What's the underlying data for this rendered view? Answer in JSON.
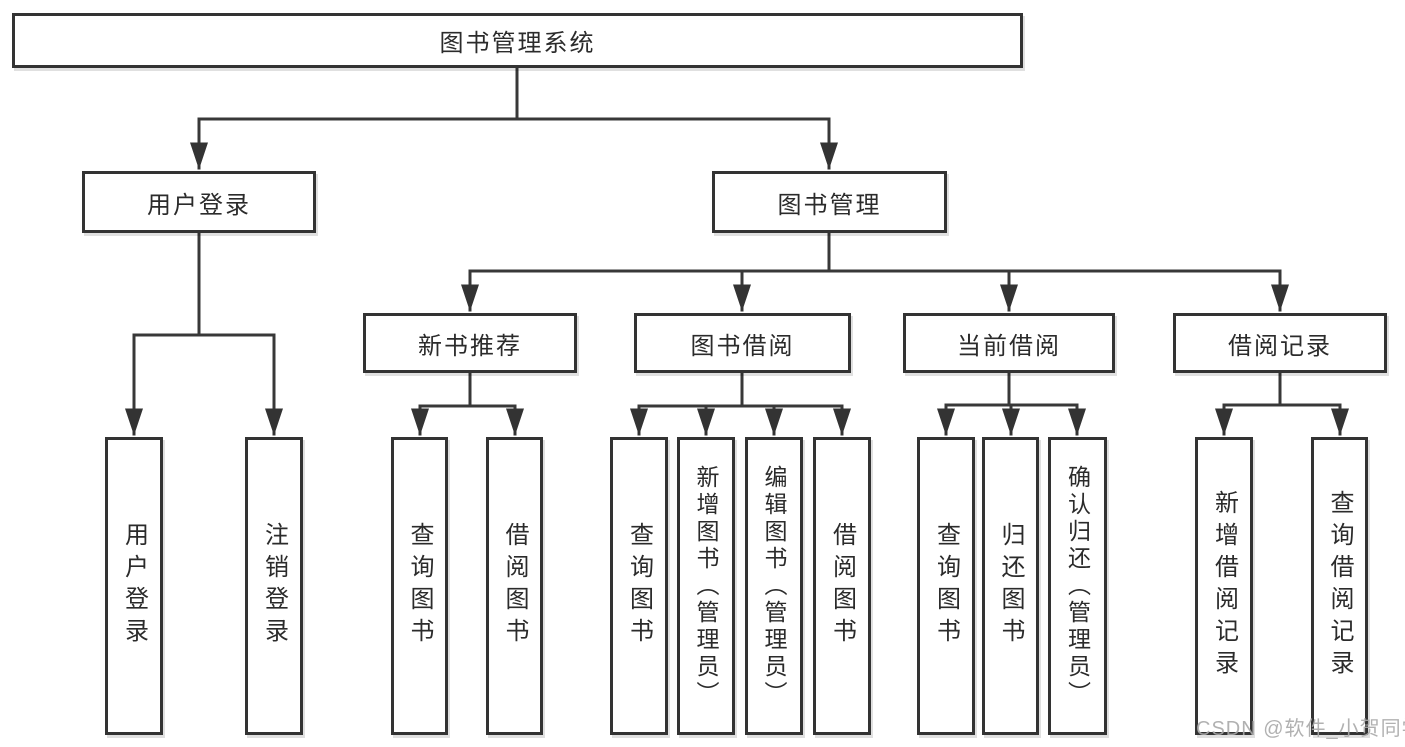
{
  "tree": {
    "label": "图书管理系统",
    "children": [
      {
        "label": "用户登录",
        "children": [
          {
            "label": "用户登录"
          },
          {
            "label": "注销登录"
          }
        ]
      },
      {
        "label": "图书管理",
        "children": [
          {
            "label": "新书推荐",
            "children": [
              {
                "label": "查询图书"
              },
              {
                "label": "借阅图书"
              }
            ]
          },
          {
            "label": "图书借阅",
            "children": [
              {
                "label": "查询图书"
              },
              {
                "label": "新增图书（管理员）"
              },
              {
                "label": "编辑图书（管理员）"
              },
              {
                "label": "借阅图书"
              }
            ]
          },
          {
            "label": "当前借阅",
            "children": [
              {
                "label": "查询图书"
              },
              {
                "label": "归还图书"
              },
              {
                "label": "确认归还（管理员）"
              }
            ]
          },
          {
            "label": "借阅记录",
            "children": [
              {
                "label": "新增借阅记录"
              },
              {
                "label": "查询借阅记录"
              }
            ]
          }
        ]
      }
    ]
  },
  "watermark": {
    "text": "CSDN @软件_小贺同学"
  },
  "colors": {
    "box_border": "#333333",
    "connector_line": "#383838",
    "background": "#ffffff",
    "text": "#2b2b2b",
    "watermark": "#a8a8a8"
  }
}
